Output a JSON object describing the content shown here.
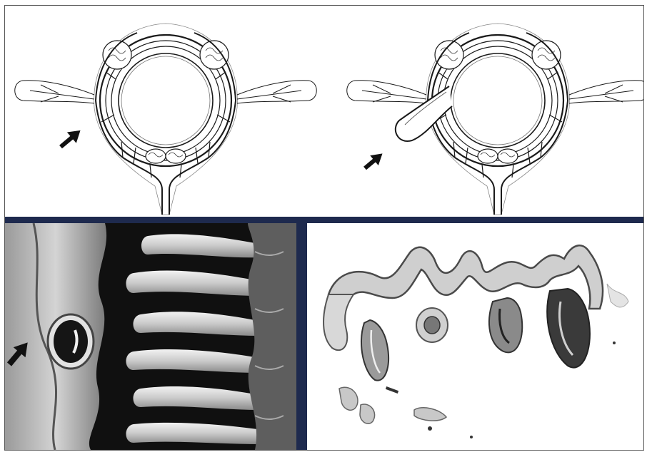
{
  "figure": {
    "panels": [
      {
        "id": "top-left",
        "content": "diagram-normal-bowel-cross-section"
      },
      {
        "id": "top-right",
        "content": "diagram-diverticulum-cross-section"
      },
      {
        "id": "bottom-left",
        "content": "photo-gross-specimen"
      },
      {
        "id": "bottom-right",
        "content": "photo-histology-section"
      }
    ],
    "arrows": [
      "arrow-icon",
      "arrow-icon",
      "arrow-icon"
    ],
    "colors": {
      "divider": "#1e2a4e",
      "line": "#1a1a1a",
      "specimen_background": "#101010",
      "histology_stain": "#555555"
    }
  }
}
